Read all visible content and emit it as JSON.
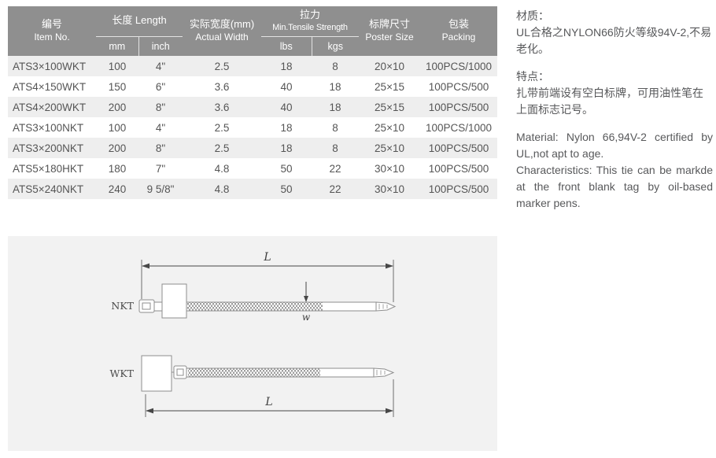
{
  "table": {
    "header": {
      "item_no_zh": "编号",
      "item_no_en": "Item No.",
      "length": "长度 Length",
      "mm": "mm",
      "inch": "inch",
      "actual_width_zh": "实际宽度(mm)",
      "actual_width_en": "Actual Width",
      "tensile_zh": "拉力",
      "tensile_en": "Min.Tensile Strength",
      "lbs": "lbs",
      "kgs": "kgs",
      "poster_zh": "标牌尺寸",
      "poster_en": "Poster Size",
      "packing_zh": "包装",
      "packing_en": "Packing"
    },
    "rows": [
      [
        "ATS3×100WKT",
        "100",
        "4\"",
        "2.5",
        "18",
        "8",
        "20×10",
        "100PCS/1000"
      ],
      [
        "ATS4×150WKT",
        "150",
        "6\"",
        "3.6",
        "40",
        "18",
        "25×15",
        "100PCS/500"
      ],
      [
        "ATS4×200WKT",
        "200",
        "8\"",
        "3.6",
        "40",
        "18",
        "25×15",
        "100PCS/500"
      ],
      [
        "ATS3×100NKT",
        "100",
        "4\"",
        "2.5",
        "18",
        "8",
        "25×10",
        "100PCS/1000"
      ],
      [
        "ATS3×200NKT",
        "200",
        "8\"",
        "2.5",
        "18",
        "8",
        "25×10",
        "100PCS/500"
      ],
      [
        "ATS5×180HKT",
        "180",
        "7\"",
        "4.8",
        "50",
        "22",
        "30×10",
        "100PCS/500"
      ],
      [
        "ATS5×240NKT",
        "240",
        "9 5/8\"",
        "4.8",
        "50",
        "22",
        "30×10",
        "100PCS/500"
      ]
    ]
  },
  "info": {
    "material_heading_zh": "材质：",
    "material_text_zh": "UL合格之NYLON66防火等级94V-2,不易老化。",
    "features_heading_zh": "特点：",
    "features_text_zh": "扎带前端设有空白标牌，可用油性笔在上面标志记号。",
    "material_text_en": "Material: Nylon 66,94V-2 certified by UL,not apt to age.",
    "characteristics_text_en": "Characteristics: This tie can be markde at the front blank tag by oil-based marker pens."
  },
  "diagram": {
    "nkt_label": "NKT",
    "wkt_label": "WKT",
    "length_dim": "L",
    "width_dim": "w"
  }
}
